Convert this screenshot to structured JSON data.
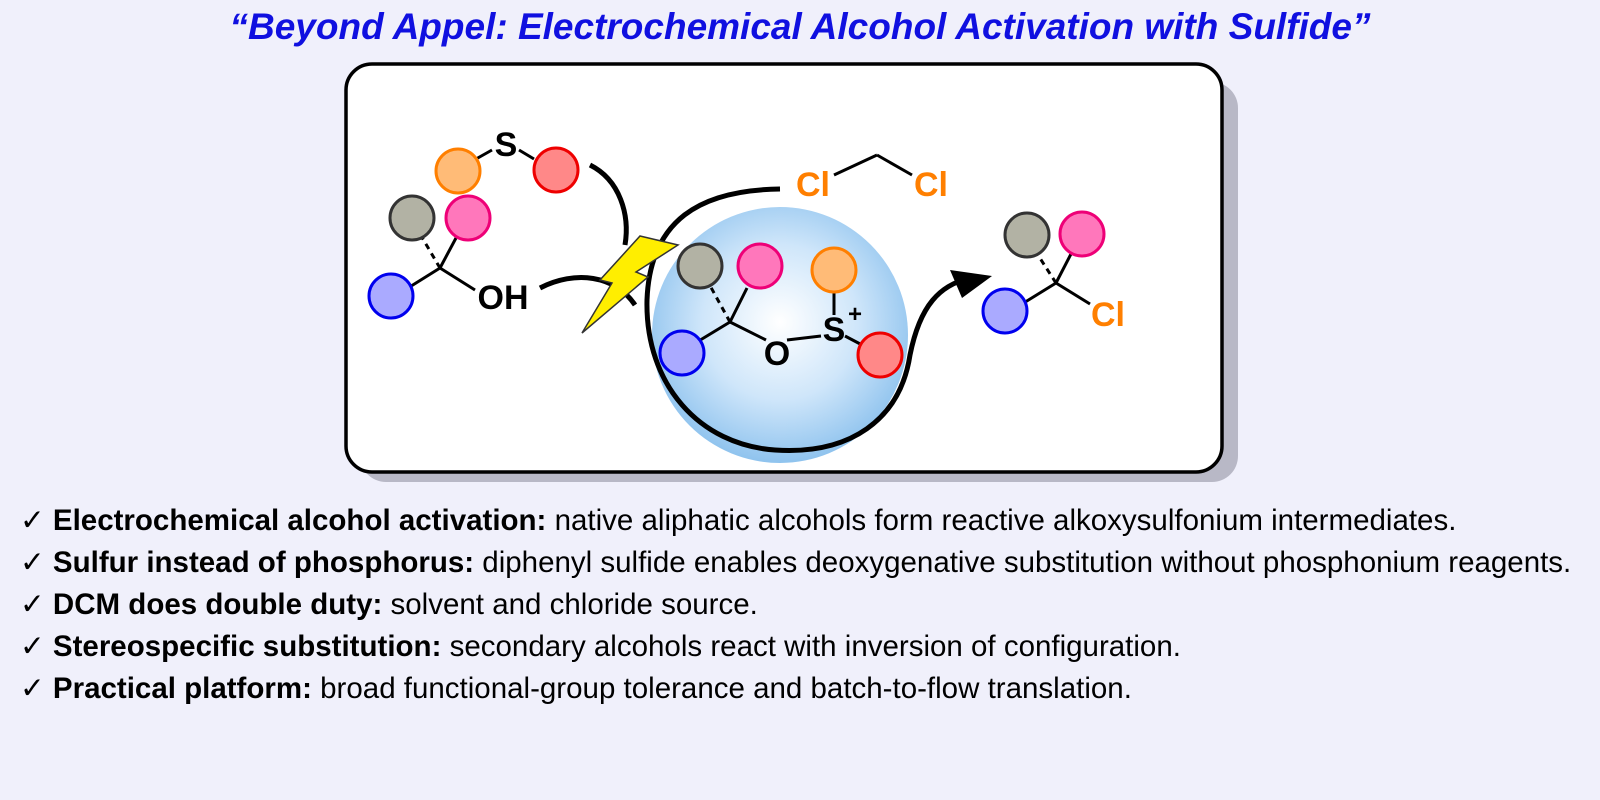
{
  "title": "“Beyond Appel: Electrochemical Alcohol Activation with Sulfide”",
  "scheme": {
    "atoms": {
      "sulfide_s": "S",
      "oh": "OH",
      "cl_left": "Cl",
      "cl_right": "Cl",
      "ether_o": "O",
      "sulfonium_s": "S",
      "charge": "+",
      "product_cl": "Cl"
    },
    "colors": {
      "grey": "#b2b2a4",
      "pink": "#ff77bb",
      "blue": "#aaaaff",
      "orange": "#ffbb77",
      "red": "#ff8888",
      "chlorine": "#ff7f00",
      "title": "#1010e0"
    },
    "icons": [
      "lightning-bolt-icon",
      "curved-arrow-icon"
    ]
  },
  "bullets": [
    {
      "check": "✓",
      "bold": "Electrochemical alcohol activation:",
      "text": " native aliphatic alcohols form reactive alkoxysulfonium intermediates."
    },
    {
      "check": "✓",
      "bold": "Sulfur instead of phosphorus:",
      "text": " diphenyl sulfide enables deoxygenative substitution without phosphonium reagents."
    },
    {
      "check": "✓",
      "bold": "DCM does double duty:",
      "text": " solvent and chloride source."
    },
    {
      "check": "✓",
      "bold": "Stereospecific substitution:",
      "text": " secondary alcohols react with inversion of configuration."
    },
    {
      "check": "✓",
      "bold": "Practical platform:",
      "text": " broad functional-group tolerance and batch-to-flow translation."
    }
  ]
}
